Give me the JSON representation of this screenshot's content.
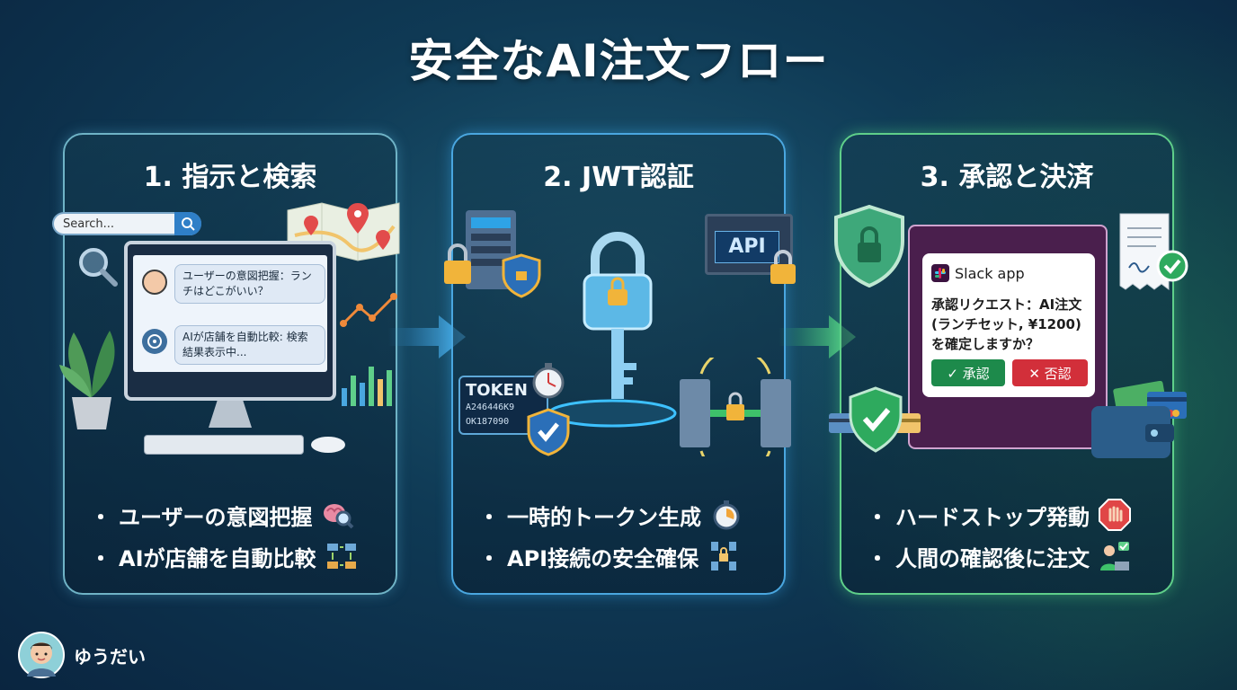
{
  "title": "安全なAI注文フロー",
  "panels": [
    {
      "title": "1. 指示と検索",
      "search_placeholder": "Search...",
      "chat_user": "ユーザーの意図把握：ランチはどこがいい？",
      "chat_ai": "AIが店舗を自動比較: 検索結果表示中...",
      "bullets": [
        "ユーザーの意図把握",
        "AIが店舗を自動比較"
      ]
    },
    {
      "title": "2. JWT認証",
      "api_label": "API",
      "token_label": "TOKEN",
      "token_line1": "A246446K9",
      "token_line2": "OK187090",
      "bullets": [
        "一時的トークン生成",
        "API接続の安全確保"
      ]
    },
    {
      "title": "3. 承認と決済",
      "slack_app": "Slack app",
      "slack_message": "承認リクエスト：AI注文 (ランチセット, ¥1200) を確定しますか？",
      "approve_label": "✓ 承認",
      "reject_label": "✕ 否認",
      "bullets": [
        "ハードストップ発動",
        "人間の確認後に注文"
      ]
    }
  ],
  "author": "ゆうだい",
  "colors": {
    "panel1_border": "#6fb3c6",
    "panel2_border": "#4aa7e0",
    "panel3_border": "#5fcf8a",
    "approve": "#1d8a4b",
    "reject": "#d22f3a",
    "slack_bg": "#4a1f4d"
  }
}
